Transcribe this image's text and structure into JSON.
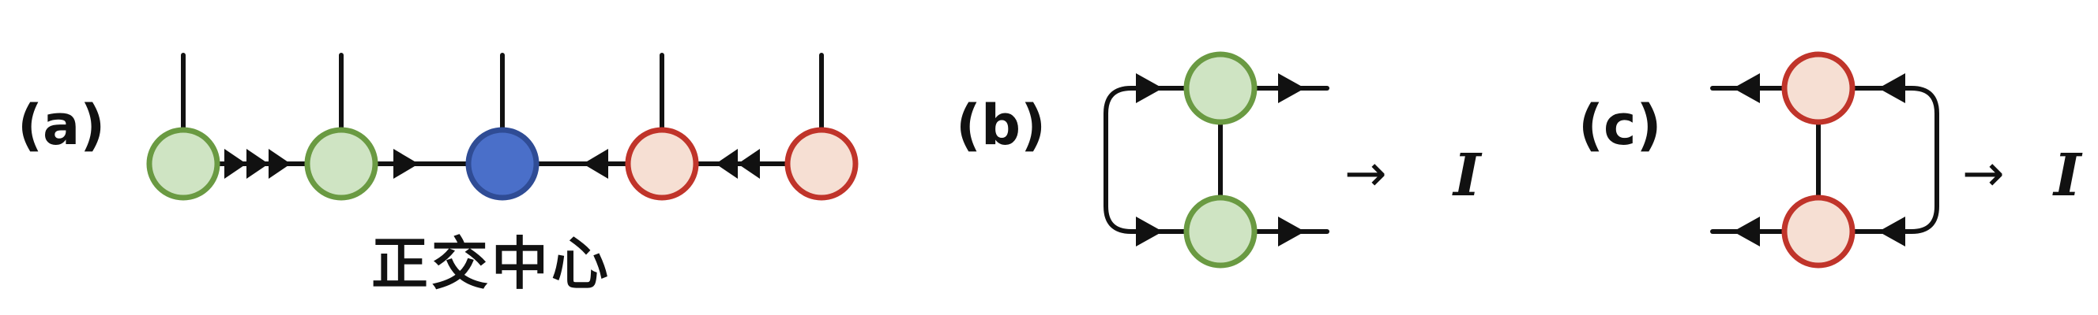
{
  "panels": {
    "a": {
      "label": "(a)",
      "center_label": "正交中心"
    },
    "b": {
      "label": "(b)",
      "arrow_text": "→",
      "identity_symbol": "I"
    },
    "c": {
      "label": "(c)",
      "arrow_text": "→",
      "identity_symbol": "I"
    }
  },
  "colors": {
    "green_fill": "#cfe4c3",
    "green_stroke": "#6a9a42",
    "blue_fill": "#4a6fc9",
    "blue_stroke": "#2f4c95",
    "red_fill": "#f6dfd3",
    "red_stroke": "#c0342a",
    "line": "#111111"
  },
  "nodes": [
    {
      "panel": "a",
      "kind": "left-orthogonal",
      "color": "green"
    },
    {
      "panel": "a",
      "kind": "left-orthogonal",
      "color": "green"
    },
    {
      "panel": "a",
      "kind": "orthogonality-center",
      "color": "blue"
    },
    {
      "panel": "a",
      "kind": "right-orthogonal",
      "color": "red"
    },
    {
      "panel": "a",
      "kind": "right-orthogonal",
      "color": "red"
    },
    {
      "panel": "b",
      "kind": "left-orthogonal",
      "color": "green"
    },
    {
      "panel": "b",
      "kind": "left-orthogonal-conjugate",
      "color": "green"
    },
    {
      "panel": "c",
      "kind": "right-orthogonal",
      "color": "red"
    },
    {
      "panel": "c",
      "kind": "right-orthogonal-conjugate",
      "color": "red"
    }
  ]
}
